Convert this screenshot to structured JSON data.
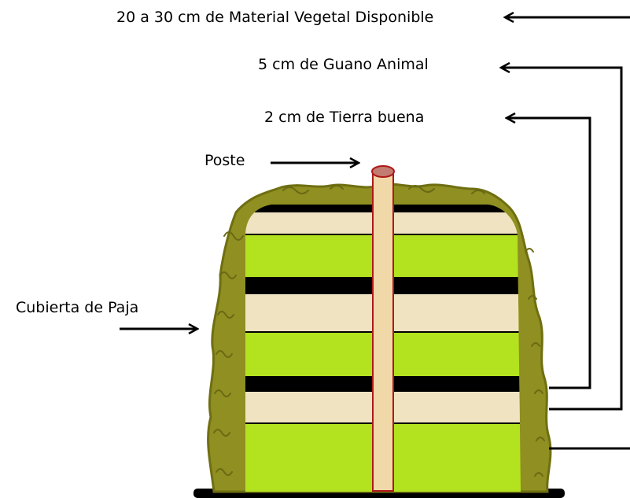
{
  "labels": {
    "material_vegetal": "20 a 30 cm de Material Vegetal Disponible",
    "guano_animal": "5 cm de Guano Animal",
    "tierra_buena": "2 cm de Tierra buena",
    "poste": "Poste",
    "cubierta_paja": "Cubierta de Paja"
  },
  "colors": {
    "material_vegetal": "#b3e21f",
    "tierra_buena": "#f0e3c2",
    "guano_animal": "#000000",
    "paja": "#8f8f22",
    "poste": "#f0d8a8",
    "poste_outline": "#b01818"
  }
}
